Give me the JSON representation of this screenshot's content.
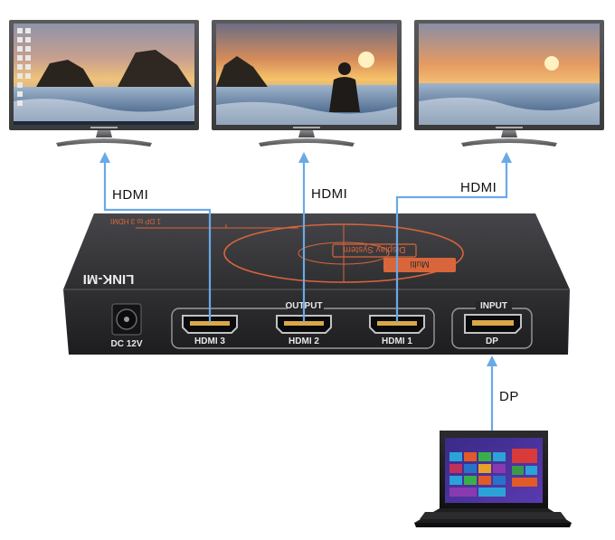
{
  "connection_labels": {
    "hdmi_left": "HDMI",
    "hdmi_middle": "HDMI",
    "hdmi_right": "HDMI",
    "dp": "DP"
  },
  "device": {
    "brand": "LINK-MI",
    "model_text": "1 DP to 3 HDMI",
    "system_text": "Display  System",
    "mode_text": "Multi",
    "output_label": "OUTPUT",
    "input_label": "INPUT",
    "ports": {
      "dc": "DC 12V",
      "hdmi3": "HDMI 3",
      "hdmi2": "HDMI 2",
      "hdmi1": "HDMI 1",
      "dp": "DP"
    }
  },
  "colors": {
    "cable": "#6aa9e6",
    "device_body": "#2a2a2c",
    "device_top": "#3a3a3d",
    "accent": "#d9653a"
  },
  "icons": {
    "monitors": [
      "monitor-icon",
      "monitor-icon",
      "monitor-icon"
    ],
    "laptop": "laptop-icon",
    "windows_tiles": "start-screen-tiles"
  }
}
